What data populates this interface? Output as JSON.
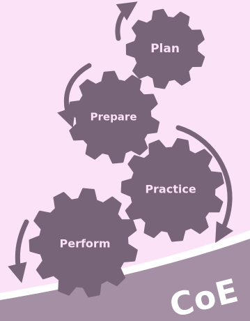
{
  "colors": {
    "background": "#fbe2f7",
    "gear": "#776478",
    "arrow": "#776478",
    "band": "#a58fa4",
    "band_light": "#ffffff",
    "label_fill": "#fbe2f7",
    "brand_text": "#ffffff"
  },
  "steps": [
    {
      "label": "Plan"
    },
    {
      "label": "Prepare"
    },
    {
      "label": "Practice"
    },
    {
      "label": "Perform"
    }
  ],
  "brand": {
    "text": "CoE"
  }
}
